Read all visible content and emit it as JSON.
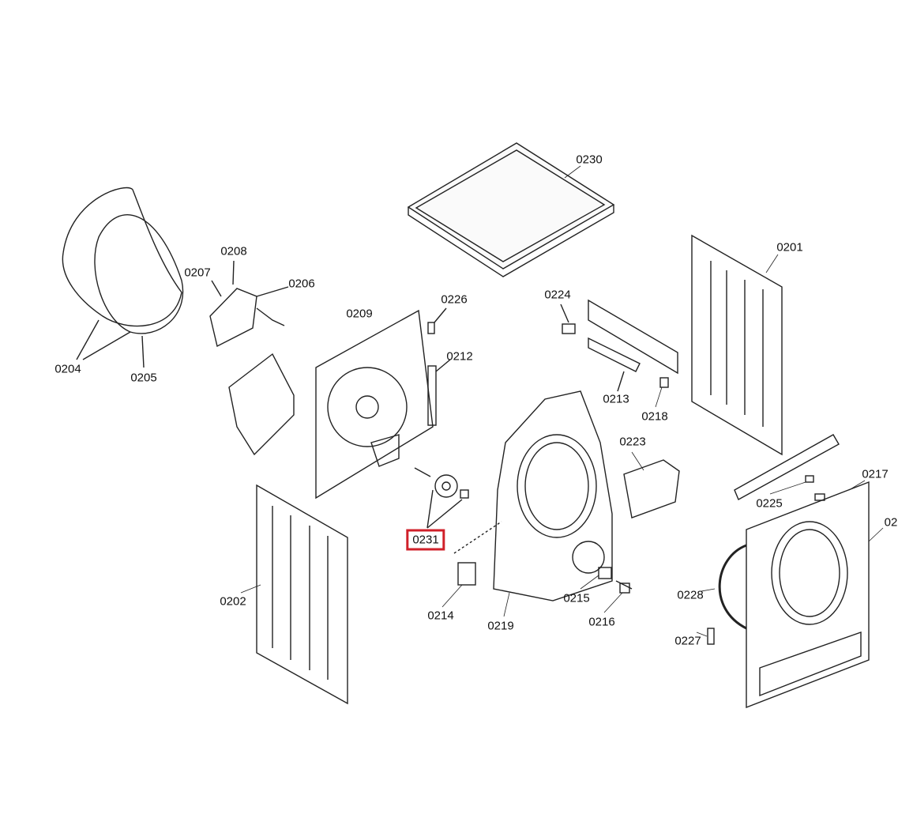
{
  "diagram": {
    "highlight_color": "#d0202a",
    "labels": {
      "p0230": "0230",
      "p0201": "0201",
      "p0208": "0208",
      "p0207": "0207",
      "p0206": "0206",
      "p0209": "0209",
      "p0226": "0226",
      "p0224": "0224",
      "p0212": "0212",
      "p0204": "0204",
      "p0205": "0205",
      "p0213": "0213",
      "p0218": "0218",
      "p0223": "0223",
      "p0217": "0217",
      "p0225": "0225",
      "p02": "02",
      "p0231": "0231",
      "p0202": "0202",
      "p0228": "0228",
      "p0215": "0215",
      "p0214": "0214",
      "p0219": "0219",
      "p0216": "0216",
      "p0227": "0227"
    },
    "highlighted_part": "0231"
  }
}
